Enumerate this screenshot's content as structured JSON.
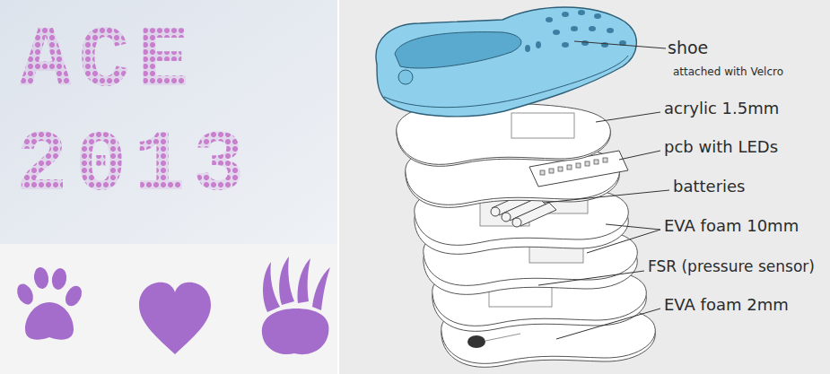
{
  "diagram": {
    "labels": [
      "ACE",
      "2013",
      "shoe",
      "attached with Velcro",
      "acrylic 1.5mm",
      "pcb with LEDs",
      "batteries",
      "EVA foam 10mm",
      "FSR (pressure sensor)",
      "EVA foam 2mm"
    ]
  }
}
